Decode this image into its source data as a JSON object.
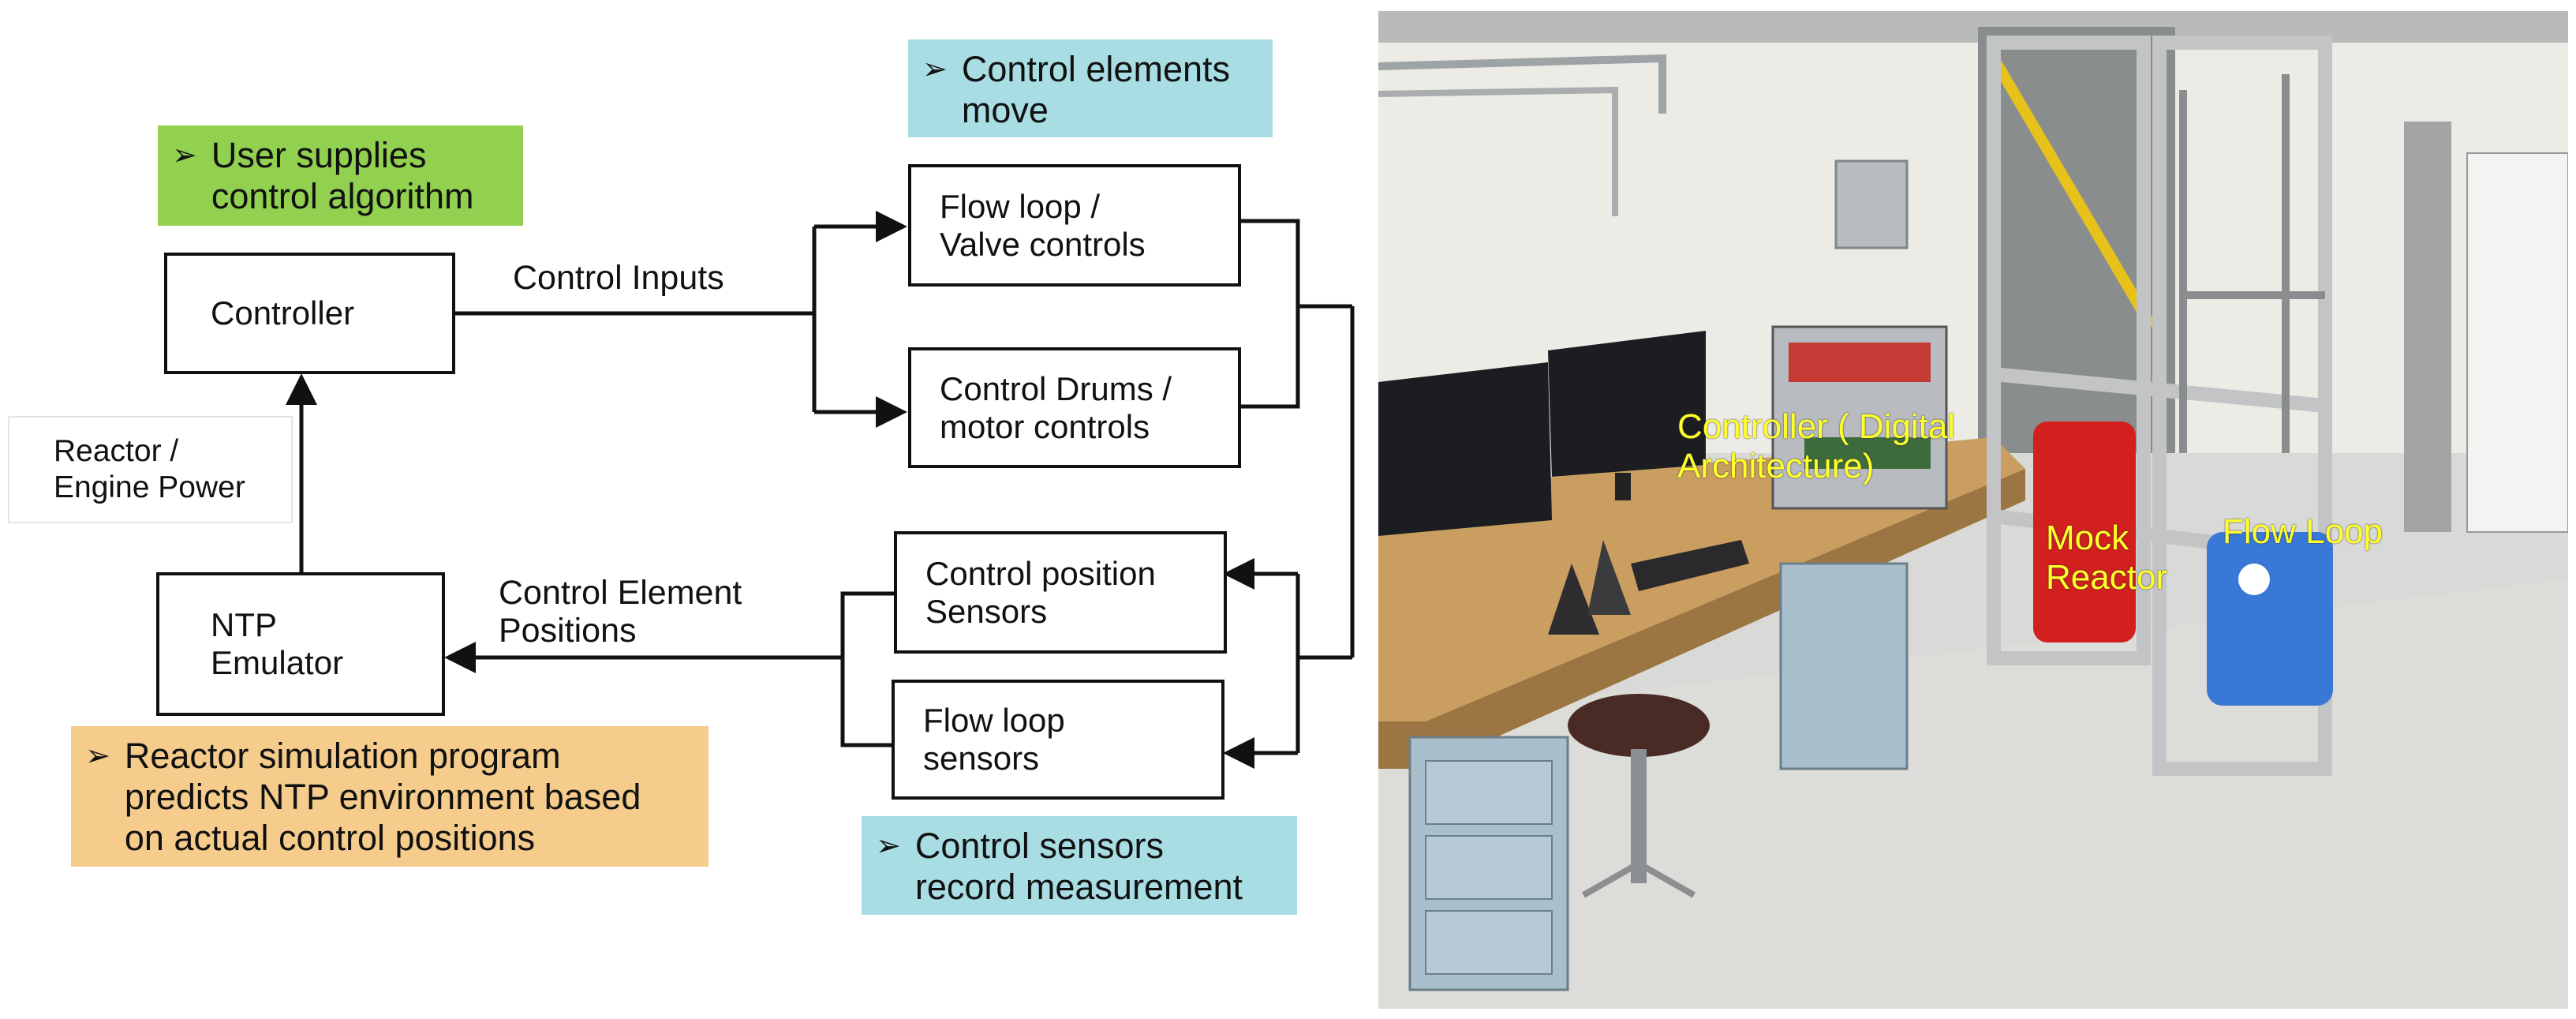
{
  "diagram": {
    "notes": {
      "user_supplies": "User supplies\ncontrol algorithm",
      "control_elements_move": "Control elements\nmove",
      "reactor_sim": "Reactor simulation program\npredicts NTP environment based\non actual control positions",
      "control_sensors": "Control sensors\nrecord measurement"
    },
    "boxes": {
      "controller": "Controller",
      "ntp_emulator": "NTP\nEmulator",
      "flow_loop_valve": "Flow loop /\nValve controls",
      "control_drums": "Control Drums /\nmotor controls",
      "control_position_sensors": "Control position\nSensors",
      "flow_loop_sensors": "Flow loop\nsensors",
      "reactor_engine_power": "Reactor /\nEngine Power"
    },
    "edge_labels": {
      "control_inputs": "Control Inputs",
      "control_element_positions": "Control Element\nPositions"
    },
    "colors": {
      "green_note": "#92d050",
      "cyan_note": "#a8dde3",
      "orange_note": "#f5cc8c"
    }
  },
  "photo": {
    "labels": {
      "controller": "Controller ( Digital\nArchitecture)",
      "mock_reactor": "Mock\nReactor",
      "flow_loop": "Flow Loop"
    }
  }
}
